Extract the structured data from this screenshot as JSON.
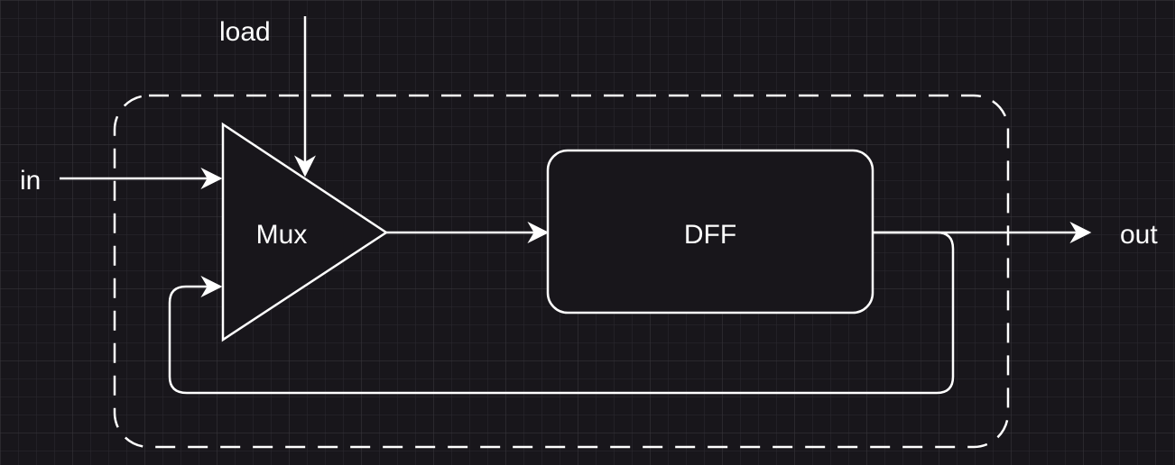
{
  "colors": {
    "background": "#18161b",
    "grid_minor": "#2c2a30",
    "grid_major": "#3b393f",
    "stroke": "#ffffff",
    "text": "#ffffff"
  },
  "labels": {
    "input_in": "in",
    "input_load": "load",
    "mux": "Mux",
    "dff": "DFF",
    "output_out": "out"
  },
  "components": [
    {
      "id": "mux",
      "shape": "triangle",
      "label": "Mux"
    },
    {
      "id": "dff",
      "shape": "rounded-rectangle",
      "label": "DFF"
    },
    {
      "id": "register-boundary",
      "shape": "dashed-rounded-rectangle"
    }
  ],
  "connections": [
    {
      "from": "in",
      "to": "mux"
    },
    {
      "from": "load",
      "to": "mux"
    },
    {
      "from": "mux",
      "to": "dff"
    },
    {
      "from": "dff",
      "to": "out"
    },
    {
      "from": "dff",
      "to": "mux",
      "type": "feedback"
    }
  ]
}
